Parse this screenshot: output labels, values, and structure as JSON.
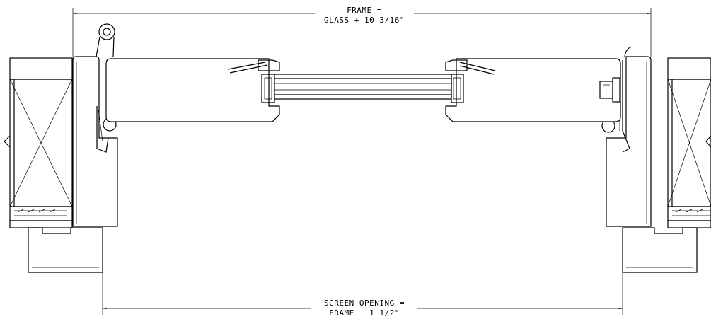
{
  "dimensions": {
    "frame": {
      "line1": "FRAME =",
      "line2": "GLASS + 10 3/16\""
    },
    "screen_opening": {
      "line1": "SCREEN OPENING =",
      "line2": "FRAME − 1 1/2\""
    }
  },
  "colors": {
    "line": "#000000",
    "background": "#ffffff"
  }
}
